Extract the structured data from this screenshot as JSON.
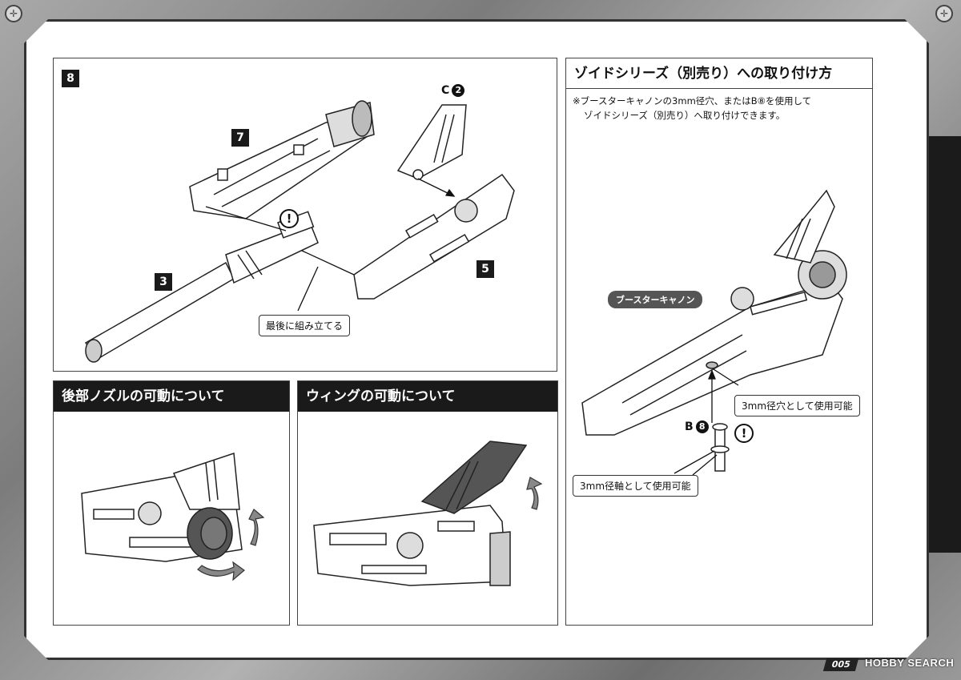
{
  "step8": {
    "step_number": "8",
    "part_7": "7",
    "part_3": "3",
    "part_5": "5",
    "part_c_prefix": "C",
    "part_c_num": "2",
    "warning_symbol": "!",
    "callout_last": "最後に組み立てる"
  },
  "rear_nozzle": {
    "title": "後部ノズルの可動について"
  },
  "wing": {
    "title": "ウィングの可動について"
  },
  "zoids": {
    "title": "ゾイドシリーズ（別売り）への取り付け方",
    "note_line1": "※ブースターキャノンの3mm径穴、またはB⑧を使用して",
    "note_line2": "ゾイドシリーズ（別売り）へ取り付けできます。",
    "label_booster": "ブースターキャノン",
    "part_b_prefix": "B",
    "part_b_num": "8",
    "warning_symbol": "!",
    "callout_hole": "3mm径穴として使用可能",
    "callout_shaft": "3mm径軸として使用可能"
  },
  "footer": {
    "brand": "HOBBY SEARCH",
    "page": "005"
  },
  "icons": {
    "corner": "screw-icon",
    "warning": "exclamation-circle-icon"
  }
}
